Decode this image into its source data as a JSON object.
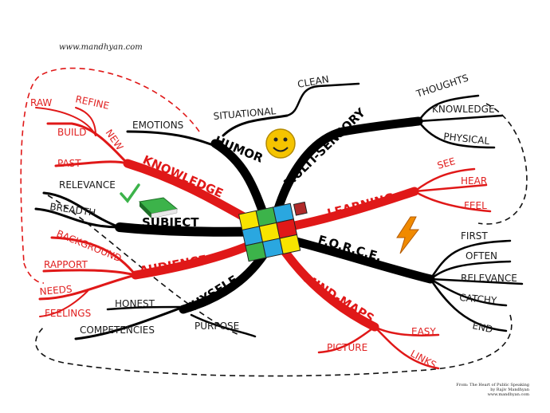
{
  "watermark_url": "www.mandhyan.com",
  "center_icon": "puzzle-icon",
  "colors": {
    "black_branch": "#000000",
    "red_branch": "#e01818"
  },
  "branches": {
    "humor": "HUMOR",
    "multi_sensory": "MULTI-SENSORY",
    "knowledge": "KNOWLEDGE",
    "learning": "LEARNING",
    "subject": "SUBJECT",
    "force": "F.O.R.C.E.",
    "audience": "AUDIENCE",
    "thyself": "THYSELF",
    "mind_maps": "MIND-MAPS"
  },
  "humor_items": {
    "emotions": "EMOTIONS",
    "situational": "SITUATIONAL",
    "clean": "CLEAN"
  },
  "multi_sensory_items": {
    "thoughts": "THOUGHTS",
    "knowledge": "KNOWLEDGE",
    "physical": "PHYSICAL"
  },
  "knowledge_items": {
    "raw": "RAW",
    "refine": "REFINE",
    "build": "BUILD",
    "new": "NEW",
    "past": "PAST"
  },
  "learning_items": {
    "see": "SEE",
    "hear": "HEAR",
    "feel": "FEEL"
  },
  "subject_items": {
    "relevance": "RELEVANCE",
    "breadth": "BREADTH"
  },
  "force_items": {
    "first": "FIRST",
    "often": "OFTEN",
    "relevance": "RELEVANCE",
    "catchy": "CATCHY",
    "end": "END"
  },
  "audience_items": {
    "background": "BACKGROUND",
    "rapport": "RAPPORT",
    "needs": "NEEDS",
    "feelings": "FEELINGS"
  },
  "thyself_items": {
    "honest": "HONEST",
    "competencies": "COMPETENCIES",
    "purpose": "PURPOSE"
  },
  "mind_maps_items": {
    "easy": "EASY",
    "picture": "PICTURE",
    "links": "LINKS"
  },
  "icons": [
    "smiley-icon",
    "checkmark-icon",
    "book-icon",
    "lightning-icon"
  ],
  "credit": {
    "line1": "From: The Heart of Public Speaking",
    "line2": "by Rajiv Mandhyan",
    "line3": "www.mandhyan.com"
  }
}
